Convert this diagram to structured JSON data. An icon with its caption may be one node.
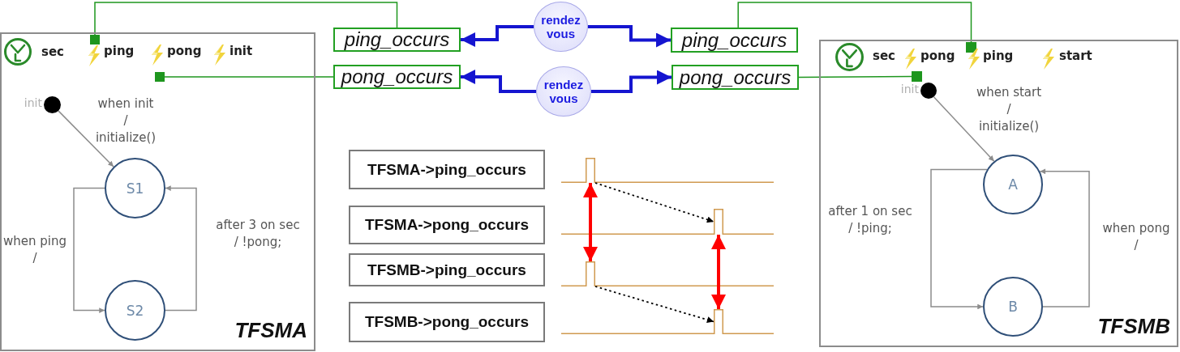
{
  "diagram": {
    "nodes": [
      {
        "text": [
          "TFSMA"
        ]
      },
      {
        "text": [],
        "shape": "box",
        "in": 0
      },
      {
        "text": [],
        "shape": "box",
        "in": 0
      },
      {
        "text": [],
        "shape": "circle",
        "in": 0,
        "beside": [
          "init"
        ]
      },
      {
        "text": [
          "S1"
        ],
        "in": 0
      },
      {
        "text": [
          "S2"
        ],
        "in": 0
      },
      {
        "text": [
          "ping_occurs"
        ]
      },
      {
        "text": [
          "pong_occurs"
        ]
      },
      {
        "text": [
          "rendez vous"
        ]
      },
      {
        "text": [
          "rendez vous"
        ]
      },
      {
        "text": [
          "ping_occurs"
        ]
      },
      {
        "text": [
          "pong_occurs"
        ]
      },
      {
        "text": [
          "TFSMA->ping_occurs"
        ]
      },
      {
        "text": [],
        "shape": "pulse"
      },
      {
        "text": [
          "TFSMA->pong_occurs"
        ]
      },
      {
        "text": [],
        "shape": "pulse"
      },
      {
        "text": [
          "TFSMB->ping_occurs"
        ]
      },
      {
        "text": [],
        "shape": "pulse"
      },
      {
        "text": [
          "TFSMB->pong_occurs"
        ]
      },
      {
        "text": [],
        "shape": "pulse"
      },
      {
        "text": [
          "TFSMB"
        ]
      },
      {
        "text": [],
        "shape": "box",
        "in": 20
      },
      {
        "text": [],
        "shape": "box",
        "in": 20
      },
      {
        "text": [],
        "shape": "circle",
        "in": 20,
        "beside": [
          "init"
        ]
      },
      {
        "text": [
          "A"
        ],
        "in": 20
      },
      {
        "text": [
          "B"
        ],
        "in": 20
      }
    ],
    "edges": [
      {
        "from": 1,
        "to": 6,
        "arrow": "none",
        "color": "#1e961e"
      },
      {
        "from": 2,
        "to": 7,
        "arrow": "none",
        "color": "#1e961e"
      },
      {
        "from": 8,
        "to": 6,
        "arrow": "to",
        "style": "thick",
        "color": "#1515d0"
      },
      {
        "from": 8,
        "to": 10,
        "arrow": "to",
        "style": "thick",
        "color": "#1515d0"
      },
      {
        "from": 9,
        "to": 7,
        "arrow": "to",
        "style": "thick",
        "color": "#1515d0"
      },
      {
        "from": 9,
        "to": 11,
        "arrow": "to",
        "style": "thick",
        "color": "#1515d0"
      },
      {
        "from": 22,
        "to": 10,
        "arrow": "none",
        "color": "#1e961e"
      },
      {
        "from": 21,
        "to": 11,
        "arrow": "none",
        "color": "#1e961e"
      },
      {
        "from": 3,
        "to": 4,
        "arrow": "to",
        "label": "when init / initialize()"
      },
      {
        "from": 4,
        "to": 5,
        "arrow": "to",
        "label": "when ping /"
      },
      {
        "from": 5,
        "to": 4,
        "arrow": "to",
        "label": "after 3 on sec / !pong;"
      },
      {
        "from": 13,
        "to": 15,
        "arrow": "to",
        "style": "dashed",
        "color": "#000000"
      },
      {
        "from": 13,
        "to": 17,
        "arrow": "both",
        "style": "thick",
        "color": "#ff0000"
      },
      {
        "from": 15,
        "to": 19,
        "arrow": "both",
        "style": "thick",
        "color": "#ff0000"
      },
      {
        "from": 17,
        "to": 19,
        "arrow": "to",
        "style": "dashed",
        "color": "#000000"
      },
      {
        "from": 23,
        "to": 24,
        "arrow": "to",
        "label": "when start / initialize()"
      },
      {
        "from": 24,
        "to": 25,
        "arrow": "to",
        "label": "after 1 on sec / !ping;"
      },
      {
        "from": 25,
        "to": 24,
        "arrow": "to",
        "label": "when pong /"
      }
    ],
    "labels": [
      "sec",
      "ping",
      "pong",
      "init",
      "sec",
      "pong",
      "ping",
      "start"
    ]
  }
}
